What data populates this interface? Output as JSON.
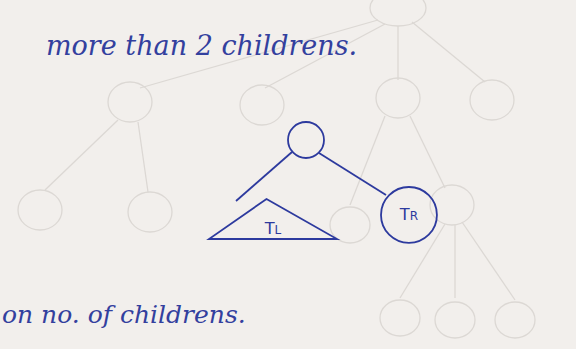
{
  "diagram": {
    "nodes": [
      {
        "text": [
          "TL"
        ]
      },
      {
        "text": [
          "TR"
        ]
      }
    ],
    "labels": [
      "more than 2 childrens.",
      "on no. of childrens."
    ]
  }
}
